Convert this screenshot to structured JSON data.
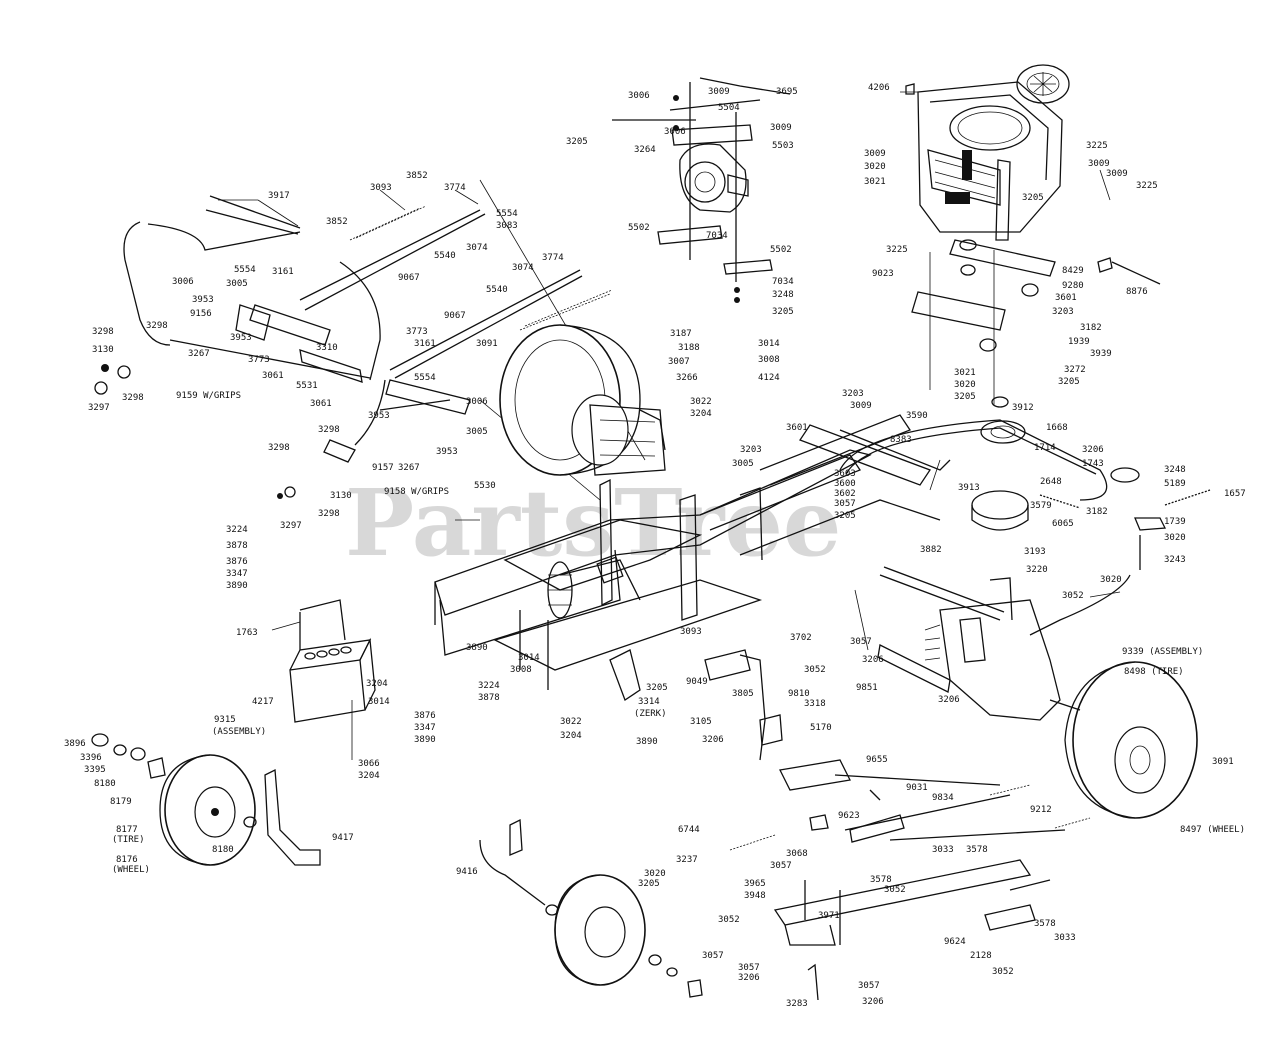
{
  "watermark": "PartsTree",
  "callouts": [
    {
      "id": "c001",
      "text": "4206"
    },
    {
      "id": "c002",
      "text": "3006"
    },
    {
      "id": "c003",
      "text": "3009"
    },
    {
      "id": "c004",
      "text": "3695"
    },
    {
      "id": "c005",
      "text": "5504"
    },
    {
      "id": "c006",
      "text": "3006"
    },
    {
      "id": "c007",
      "text": "3009"
    },
    {
      "id": "c008",
      "text": "5503"
    },
    {
      "id": "c009",
      "text": "3205"
    },
    {
      "id": "c010",
      "text": "3264"
    },
    {
      "id": "c011",
      "text": "5502"
    },
    {
      "id": "c012",
      "text": "7034"
    },
    {
      "id": "c013",
      "text": "5502"
    },
    {
      "id": "c014",
      "text": "7034"
    },
    {
      "id": "c015",
      "text": "3248"
    },
    {
      "id": "c016",
      "text": "3205"
    },
    {
      "id": "c017",
      "text": "3009"
    },
    {
      "id": "c018",
      "text": "3020"
    },
    {
      "id": "c019",
      "text": "3021"
    },
    {
      "id": "c020",
      "text": "3225"
    },
    {
      "id": "c021",
      "text": "3009"
    },
    {
      "id": "c022",
      "text": "3009"
    },
    {
      "id": "c023",
      "text": "3225"
    },
    {
      "id": "c024",
      "text": "3205"
    },
    {
      "id": "c025",
      "text": "3225"
    },
    {
      "id": "c026",
      "text": "9023"
    },
    {
      "id": "c027",
      "text": "8429"
    },
    {
      "id": "c028",
      "text": "9280"
    },
    {
      "id": "c029",
      "text": "8876"
    },
    {
      "id": "c030",
      "text": "3601"
    },
    {
      "id": "c031",
      "text": "3203"
    },
    {
      "id": "c032",
      "text": "3182"
    },
    {
      "id": "c033",
      "text": "1939"
    },
    {
      "id": "c034",
      "text": "3939"
    },
    {
      "id": "c035",
      "text": "3272"
    },
    {
      "id": "c036",
      "text": "3205"
    },
    {
      "id": "c037",
      "text": "3917"
    },
    {
      "id": "c038",
      "text": "3093"
    },
    {
      "id": "c039",
      "text": "3852"
    },
    {
      "id": "c040",
      "text": "3774"
    },
    {
      "id": "c041",
      "text": "5554"
    },
    {
      "id": "c042",
      "text": "3083"
    },
    {
      "id": "c043",
      "text": "3852"
    },
    {
      "id": "c044",
      "text": "3074"
    },
    {
      "id": "c045",
      "text": "5540"
    },
    {
      "id": "c046",
      "text": "3774"
    },
    {
      "id": "c047",
      "text": "3074"
    },
    {
      "id": "c048",
      "text": "9067"
    },
    {
      "id": "c049",
      "text": "5540"
    },
    {
      "id": "c050",
      "text": "9067"
    },
    {
      "id": "c051",
      "text": "3006"
    },
    {
      "id": "c052",
      "text": "5554"
    },
    {
      "id": "c053",
      "text": "3005"
    },
    {
      "id": "c054",
      "text": "3161"
    },
    {
      "id": "c055",
      "text": "3953"
    },
    {
      "id": "c056",
      "text": "9156"
    },
    {
      "id": "c057",
      "text": "3298"
    },
    {
      "id": "c058",
      "text": "3298"
    },
    {
      "id": "c059",
      "text": "3953"
    },
    {
      "id": "c060",
      "text": "3267"
    },
    {
      "id": "c061",
      "text": "3130"
    },
    {
      "id": "c062",
      "text": "3773"
    },
    {
      "id": "c063",
      "text": "3310"
    },
    {
      "id": "c064",
      "text": "3061"
    },
    {
      "id": "c065",
      "text": "5531"
    },
    {
      "id": "c066",
      "text": "3298"
    },
    {
      "id": "c067",
      "text": "3297"
    },
    {
      "id": "c068",
      "text": "9159 W/GRIPS"
    },
    {
      "id": "c069",
      "text": "3061"
    },
    {
      "id": "c070",
      "text": "3773"
    },
    {
      "id": "c071",
      "text": "3161"
    },
    {
      "id": "c072",
      "text": "5554"
    },
    {
      "id": "c073",
      "text": "3091"
    },
    {
      "id": "c074",
      "text": "3006"
    },
    {
      "id": "c075",
      "text": "3005"
    },
    {
      "id": "c076",
      "text": "3953"
    },
    {
      "id": "c077",
      "text": "3953"
    },
    {
      "id": "c078",
      "text": "3298"
    },
    {
      "id": "c079",
      "text": "3298"
    },
    {
      "id": "c080",
      "text": "9157"
    },
    {
      "id": "c081",
      "text": "3267"
    },
    {
      "id": "c082",
      "text": "3130"
    },
    {
      "id": "c083",
      "text": "9158 W/GRIPS"
    },
    {
      "id": "c084",
      "text": "3298"
    },
    {
      "id": "c085",
      "text": "3297"
    },
    {
      "id": "c086",
      "text": "5530"
    },
    {
      "id": "c087",
      "text": "3187"
    },
    {
      "id": "c088",
      "text": "3188"
    },
    {
      "id": "c089",
      "text": "3014"
    },
    {
      "id": "c090",
      "text": "3008"
    },
    {
      "id": "c091",
      "text": "3007"
    },
    {
      "id": "c092",
      "text": "3266"
    },
    {
      "id": "c093",
      "text": "4124"
    },
    {
      "id": "c094",
      "text": "3022"
    },
    {
      "id": "c095",
      "text": "3204"
    },
    {
      "id": "c096",
      "text": "3203"
    },
    {
      "id": "c097",
      "text": "3009"
    },
    {
      "id": "c098",
      "text": "3601"
    },
    {
      "id": "c099",
      "text": "8383"
    },
    {
      "id": "c100",
      "text": "3021"
    },
    {
      "id": "c101",
      "text": "3020"
    },
    {
      "id": "c102",
      "text": "3205"
    },
    {
      "id": "c103",
      "text": "3590"
    },
    {
      "id": "c104",
      "text": "3912"
    },
    {
      "id": "c105",
      "text": "1668"
    },
    {
      "id": "c106",
      "text": "1714"
    },
    {
      "id": "c107",
      "text": "3203"
    },
    {
      "id": "c108",
      "text": "3005"
    },
    {
      "id": "c109",
      "text": "3603"
    },
    {
      "id": "c110",
      "text": "3600"
    },
    {
      "id": "c111",
      "text": "3602"
    },
    {
      "id": "c112",
      "text": "3057"
    },
    {
      "id": "c113",
      "text": "3205"
    },
    {
      "id": "c114",
      "text": "3206"
    },
    {
      "id": "c115",
      "text": "1743"
    },
    {
      "id": "c116",
      "text": "3248"
    },
    {
      "id": "c117",
      "text": "5189"
    },
    {
      "id": "c118",
      "text": "1657"
    },
    {
      "id": "c119",
      "text": "3913"
    },
    {
      "id": "c120",
      "text": "2648"
    },
    {
      "id": "c121",
      "text": "6065"
    },
    {
      "id": "c122",
      "text": "3182"
    },
    {
      "id": "c123",
      "text": "3579"
    },
    {
      "id": "c124",
      "text": "1739"
    },
    {
      "id": "c125",
      "text": "3020"
    },
    {
      "id": "c126",
      "text": "3193"
    },
    {
      "id": "c127",
      "text": "3243"
    },
    {
      "id": "c128",
      "text": "3882"
    },
    {
      "id": "c129",
      "text": "3220"
    },
    {
      "id": "c130",
      "text": "3020"
    },
    {
      "id": "c131",
      "text": "3052"
    },
    {
      "id": "c132",
      "text": "3224"
    },
    {
      "id": "c133",
      "text": "3878"
    },
    {
      "id": "c134",
      "text": "3876"
    },
    {
      "id": "c135",
      "text": "3347"
    },
    {
      "id": "c136",
      "text": "3890"
    },
    {
      "id": "c137",
      "text": "1763"
    },
    {
      "id": "c138",
      "text": "3890"
    },
    {
      "id": "c139",
      "text": "3093"
    },
    {
      "id": "c140",
      "text": "9339 (ASSEMBLY)"
    },
    {
      "id": "c141",
      "text": "8498 (TIRE)"
    },
    {
      "id": "c142",
      "text": "3702"
    },
    {
      "id": "c143",
      "text": "3057"
    },
    {
      "id": "c144",
      "text": "3052"
    },
    {
      "id": "c145",
      "text": "3206"
    },
    {
      "id": "c146",
      "text": "3014"
    },
    {
      "id": "c147",
      "text": "3008"
    },
    {
      "id": "c148",
      "text": "3204"
    },
    {
      "id": "c149",
      "text": "4217"
    },
    {
      "id": "c150",
      "text": "3014"
    },
    {
      "id": "c151",
      "text": "3224"
    },
    {
      "id": "c152",
      "text": "3878"
    },
    {
      "id": "c153",
      "text": "3205"
    },
    {
      "id": "c154",
      "text": "9049"
    },
    {
      "id": "c155",
      "text": "3805"
    },
    {
      "id": "c156",
      "text": "9810"
    },
    {
      "id": "c157",
      "text": "9851"
    },
    {
      "id": "c158",
      "text": "3206"
    },
    {
      "id": "c159",
      "text": "3876"
    },
    {
      "id": "c160",
      "text": "3347"
    },
    {
      "id": "c161",
      "text": "3890"
    },
    {
      "id": "c162",
      "text": "3022"
    },
    {
      "id": "c163",
      "text": "3204"
    },
    {
      "id": "c164",
      "text": "3314"
    },
    {
      "id": "c165",
      "text": "(ZERK)"
    },
    {
      "id": "c166",
      "text": "3318"
    },
    {
      "id": "c167",
      "text": "3105"
    },
    {
      "id": "c168",
      "text": "5170"
    },
    {
      "id": "c169",
      "text": "3206"
    },
    {
      "id": "c170",
      "text": "3890"
    },
    {
      "id": "c171",
      "text": "9315"
    },
    {
      "id": "c172",
      "text": "(ASSEMBLY)"
    },
    {
      "id": "c173",
      "text": "3896"
    },
    {
      "id": "c174",
      "text": "3396"
    },
    {
      "id": "c175",
      "text": "3395"
    },
    {
      "id": "c176",
      "text": "8180"
    },
    {
      "id": "c177",
      "text": "8179"
    },
    {
      "id": "c178",
      "text": "3066"
    },
    {
      "id": "c179",
      "text": "3204"
    },
    {
      "id": "c180",
      "text": "9655"
    },
    {
      "id": "c181",
      "text": "3091"
    },
    {
      "id": "c182",
      "text": "9031"
    },
    {
      "id": "c183",
      "text": "9834"
    },
    {
      "id": "c184",
      "text": "9212"
    },
    {
      "id": "c185",
      "text": "9623"
    },
    {
      "id": "c186",
      "text": "8177"
    },
    {
      "id": "c187",
      "text": "(TIRE)"
    },
    {
      "id": "c188",
      "text": "8180"
    },
    {
      "id": "c189",
      "text": "8176"
    },
    {
      "id": "c190",
      "text": "(WHEEL)"
    },
    {
      "id": "c191",
      "text": "9417"
    },
    {
      "id": "c192",
      "text": "6744"
    },
    {
      "id": "c193",
      "text": "3068"
    },
    {
      "id": "c194",
      "text": "3057"
    },
    {
      "id": "c195",
      "text": "3237"
    },
    {
      "id": "c196",
      "text": "3578"
    },
    {
      "id": "c197",
      "text": "3033"
    },
    {
      "id": "c198",
      "text": "3578"
    },
    {
      "id": "c199",
      "text": "8497 (WHEEL)"
    },
    {
      "id": "c200",
      "text": "3052"
    },
    {
      "id": "c201",
      "text": "9416"
    },
    {
      "id": "c202",
      "text": "3020"
    },
    {
      "id": "c203",
      "text": "3205"
    },
    {
      "id": "c204",
      "text": "3965"
    },
    {
      "id": "c205",
      "text": "3948"
    },
    {
      "id": "c206",
      "text": "3971"
    },
    {
      "id": "c207",
      "text": "3578"
    },
    {
      "id": "c208",
      "text": "9624"
    },
    {
      "id": "c209",
      "text": "2128"
    },
    {
      "id": "c210",
      "text": "3033"
    },
    {
      "id": "c211",
      "text": "3052"
    },
    {
      "id": "c212",
      "text": "3052"
    },
    {
      "id": "c213",
      "text": "3057"
    },
    {
      "id": "c214",
      "text": "3057"
    },
    {
      "id": "c215",
      "text": "3206"
    },
    {
      "id": "c216",
      "text": "3057"
    },
    {
      "id": "c217",
      "text": "3283"
    },
    {
      "id": "c218",
      "text": "3206"
    }
  ]
}
